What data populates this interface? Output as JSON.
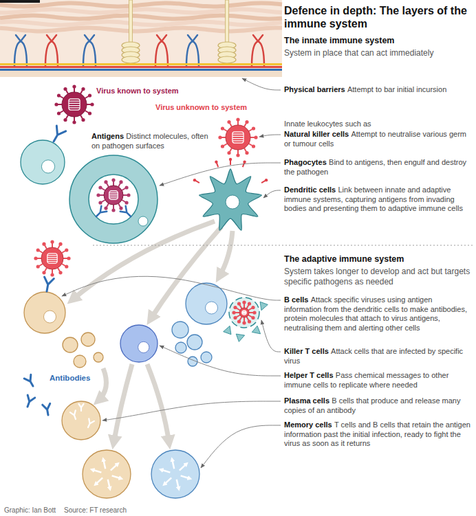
{
  "diagram": {
    "title": "Defence in depth: The layers of the immune system",
    "labels": [
      "The innate immune system",
      "System in place that can act immediately",
      "Physical barriers",
      "Attempt to bar initial incursion",
      "Virus known to system",
      "Virus unknown to system",
      "Antigens",
      "Distinct molecules, often on pathogen surfaces",
      "Innate leukocytes such as",
      "Natural killer cells",
      "Attempt to neutralise various germ or tumour cells",
      "Phagocytes",
      "Bind to antigens, then engulf and destroy the pathogen",
      "Dendritic cells",
      "Link between innate and adaptive immune systems, capturing antigens from invading bodies and presenting them to adaptive immune cells",
      "The adaptive immune system",
      "System takes longer to develop and act but targets specific pathogens as needed",
      "B cells",
      "Attack specific viruses using antigen information from the dendritic cells to make antibodies, protein molecules that attach to virus antigens, neutralising them and alerting other cells",
      "Antibodies",
      "Killer T cells",
      "Attack cells that are infected by specific virus",
      "Helper T cells",
      "Pass chemical messages to other immune cells to replicate where needed",
      "Plasma cells",
      "B cells that produce and release many copies of an antibody",
      "Memory cells",
      "T cells and B cells that retain the antigen information past the initial infection, ready to fight the virus as soon as it returns",
      "Graphic: Ian Bott",
      "Source: FT research"
    ]
  }
}
